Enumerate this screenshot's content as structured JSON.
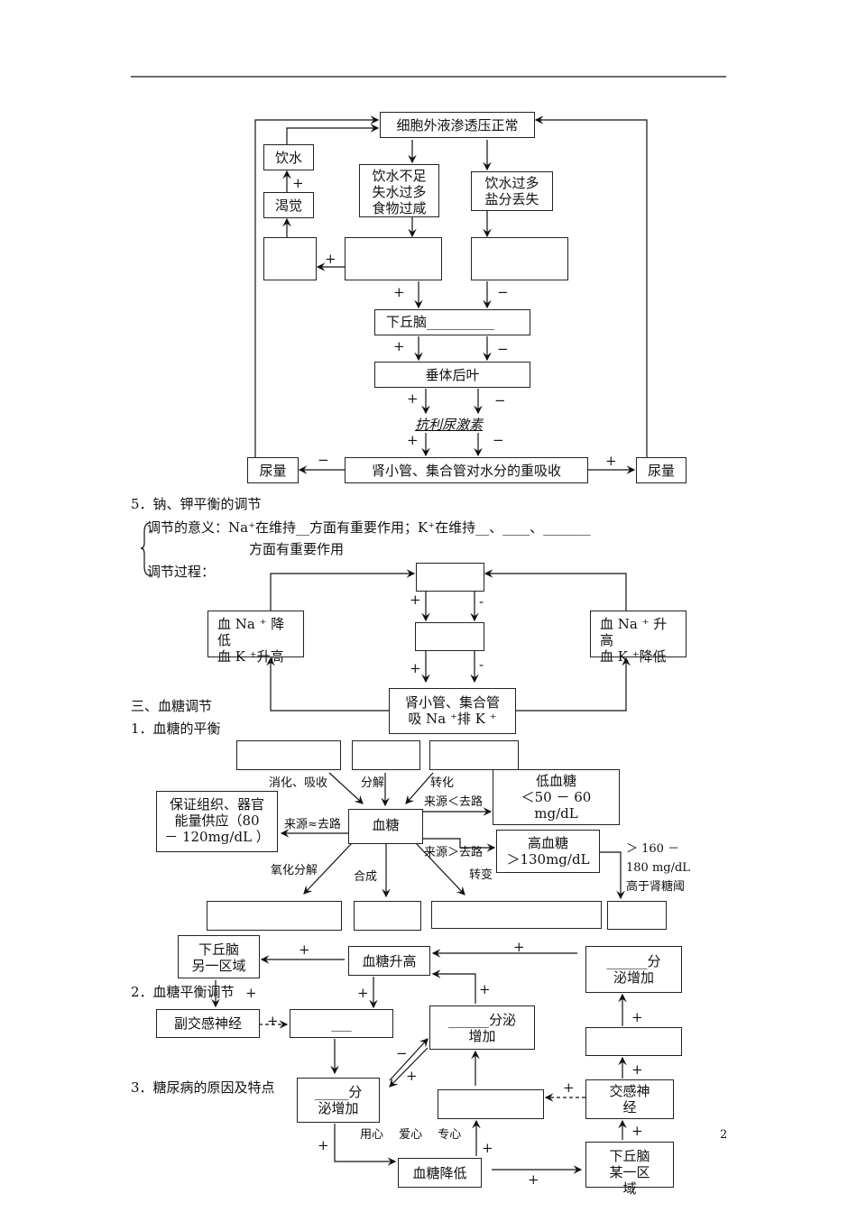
{
  "signs": {
    "plus": "+",
    "minus": "−",
    "dash": "-"
  },
  "water": {
    "top_box": "细胞外液渗透压正常",
    "drink": "饮水",
    "thirst": "渴觉",
    "cause_a": [
      "饮水不足",
      "失水过多",
      "食物过咸"
    ],
    "cause_b": [
      "饮水过多",
      "盐分丢失"
    ],
    "hypothalamus": "下丘脑__________",
    "pituitary": "垂体后叶",
    "hormone": "抗利尿激素",
    "urine_left": "尿量",
    "kidney": "肾小管、集合管对水分的重吸收",
    "urine_right": "尿量"
  },
  "section5": {
    "title": "5．钠、钾平衡的调节",
    "meaning": "调节的意义：Na⁺在维持__方面有重要作用；K⁺在维持__、____、_______",
    "meaning_cont": "方面有重要作用",
    "process": "调节过程：",
    "left_box": [
      "血 Na ⁺ 降",
      "低",
      "血 K ⁺升高"
    ],
    "right_box": [
      "血 Na ⁺ 升",
      "高",
      "血 K ⁺降低"
    ],
    "bottom_box": [
      "肾小管、集合管",
      "吸 Na ⁺排 K ⁺"
    ]
  },
  "section3": {
    "title": "三、血糖调节",
    "sub1": "1．血糖的平衡",
    "center": "血糖",
    "labels": {
      "digest": "消化、吸收",
      "decompose": "分解",
      "convert": "转化",
      "low_cond": "来源＜去路",
      "eq_cond": "来源≈去路",
      "high_cond": "来源＞去路",
      "oxidize": "氧化分解",
      "synth": "合成",
      "transform": "转变"
    },
    "normal": [
      "保证组织、器官",
      "能量供应（80",
      "－ 120mg/dL ）"
    ],
    "low": [
      "低血糖",
      "＜50 － 60",
      "mg/dL"
    ],
    "high": [
      "高血糖",
      "＞130mg/dL"
    ],
    "renal": [
      "＞ 160 －",
      "180 mg/dL",
      "高于肾糖阈"
    ]
  },
  "section_reg": {
    "sub2": "2．血糖平衡调节",
    "sub3": "3．糖尿病的原因及特点",
    "hypo_other": [
      "下丘脑",
      "另一区",
      "域"
    ],
    "rise": "血糖升高",
    "sec_right_top": [
      "______分",
      "泌增加"
    ],
    "parasym": "副交感神经",
    "blank_box": "___",
    "sec_mid": [
      "______分泌",
      "增加"
    ],
    "sec_left": [
      "_____分",
      "泌增加"
    ],
    "sym": [
      "交感神",
      "经"
    ],
    "fall": "血糖降低",
    "hypo_some": [
      "下丘脑",
      "某一区",
      "域"
    ]
  },
  "footer": {
    "motto": "用心　 爱心　 专心",
    "page": "2"
  }
}
